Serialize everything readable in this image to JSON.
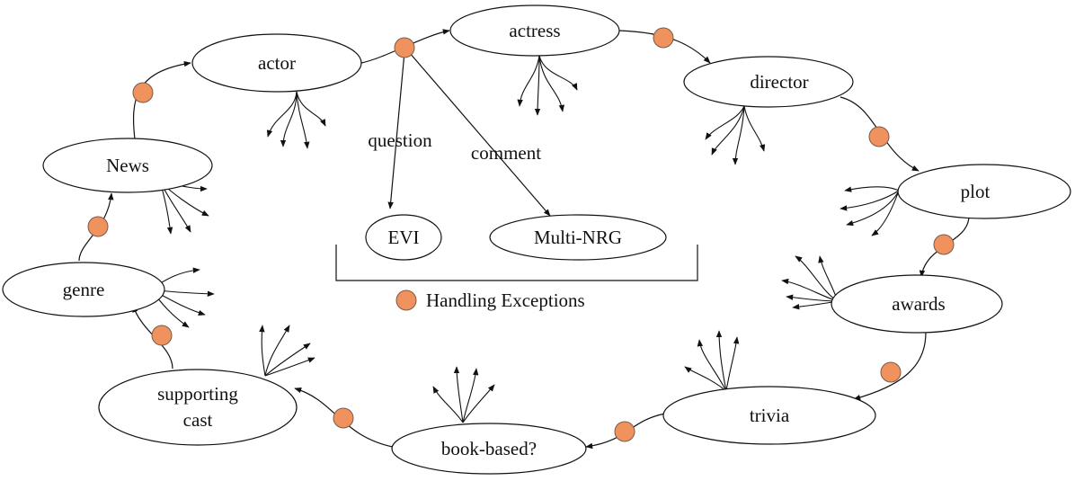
{
  "nodes": {
    "actor": "actor",
    "actress": "actress",
    "director": "director",
    "plot": "plot",
    "awards": "awards",
    "trivia": "trivia",
    "book_based": "book-based?",
    "supporting_cast_line1": "supporting",
    "supporting_cast_line2": "cast",
    "genre": "genre",
    "news": "News",
    "evi": "EVI",
    "multi_nrg": "Multi-NRG"
  },
  "edge_labels": {
    "question": "question",
    "comment": "comment"
  },
  "legend": {
    "label": "Handling Exceptions",
    "marker_color": "#f0925e"
  }
}
